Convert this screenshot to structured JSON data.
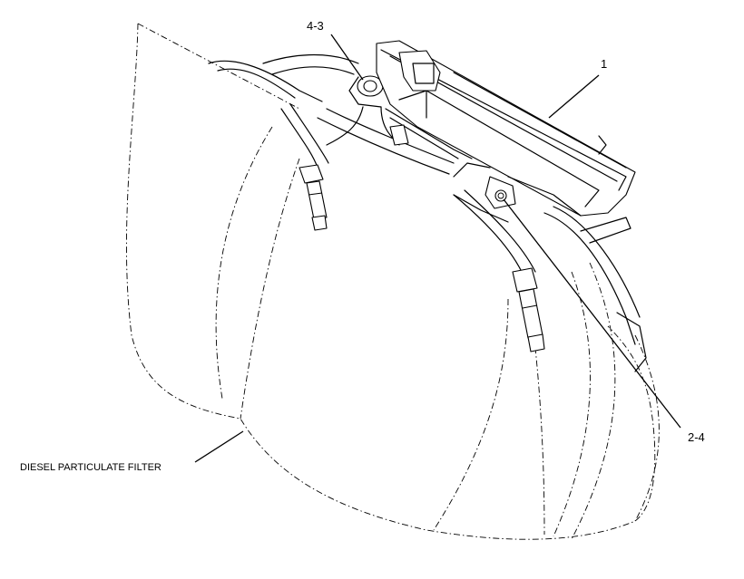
{
  "callouts": {
    "part_1": "1",
    "part_4_3": "4-3",
    "part_2_4": "2-4",
    "filter_label": "DIESEL PARTICULATE FILTER"
  }
}
